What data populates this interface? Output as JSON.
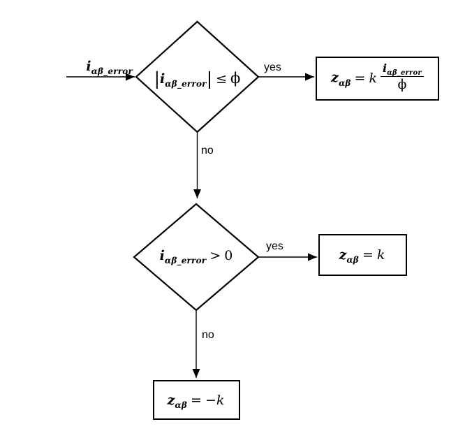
{
  "colors": {
    "line": "#000000",
    "background": "#ffffff",
    "text": "#000000"
  },
  "edge_labels": {
    "yes1": "yes",
    "no1": "no",
    "yes2": "yes",
    "no2": "no"
  },
  "input_label": {
    "var": "i",
    "sub": "αβ_error"
  },
  "decision1": {
    "bar_open": "|",
    "var": "i",
    "sub": "αβ_error",
    "bar_close": "|",
    "op": "≤",
    "threshold": "ϕ"
  },
  "decision2": {
    "var": "i",
    "sub": "αβ_error",
    "op": ">",
    "value": "0"
  },
  "result1": {
    "var": "z",
    "sub": "αβ",
    "eq": "=",
    "coef": "k",
    "num_var": "i",
    "num_sub": "αβ_error",
    "den": "ϕ"
  },
  "result2": {
    "var": "z",
    "sub": "αβ",
    "eq": "=",
    "value": "k"
  },
  "result3": {
    "var": "z",
    "sub": "αβ",
    "eq": "=",
    "sign": "−",
    "value": "k"
  }
}
